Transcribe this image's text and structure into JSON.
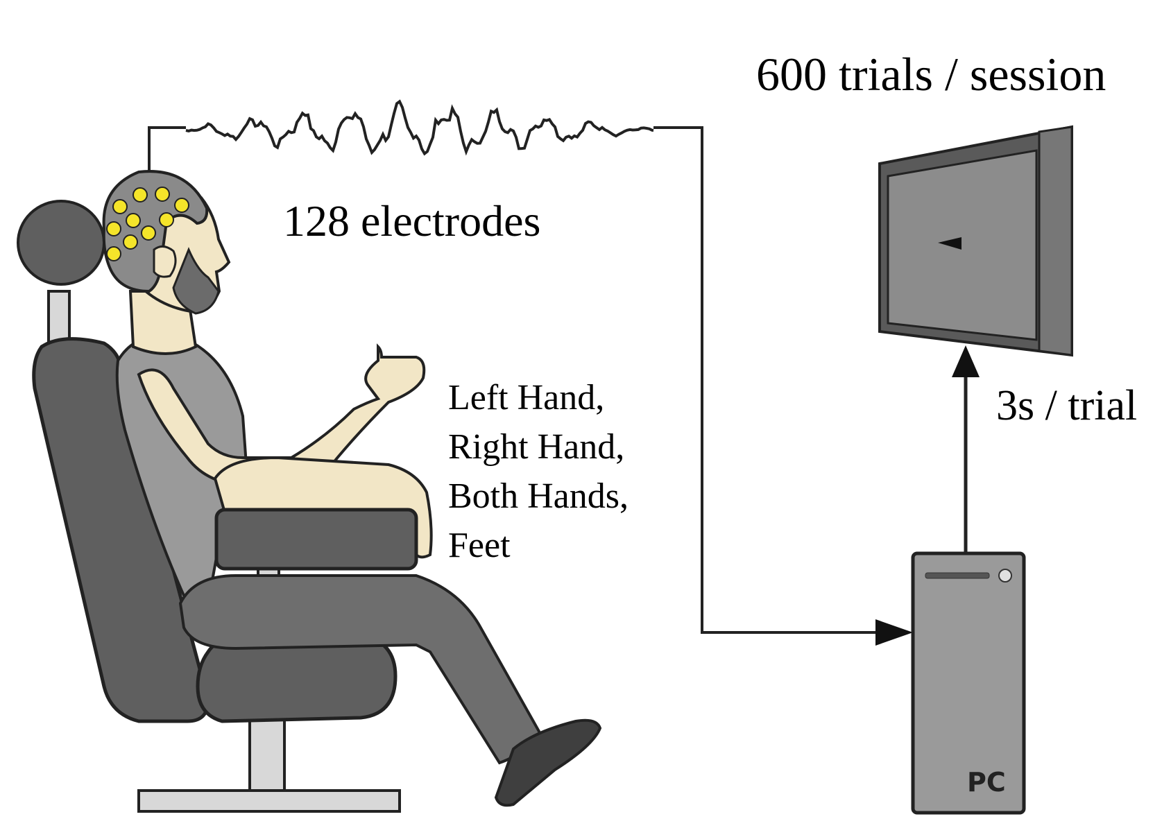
{
  "labels": {
    "trials_per_session": "600 trials / session",
    "electrodes": "128 electrodes",
    "trial_duration": "3s / trial",
    "pc": "PC"
  },
  "conditions": [
    "Left Hand,",
    "Right Hand,",
    "Both Hands,",
    "Feet"
  ],
  "colors": {
    "skin": "#f2e6c6",
    "chair_dark": "#5f5f5f",
    "chair_light": "#d8d8d8",
    "cap": "#8a8a8a",
    "electrode": "#f5e52a",
    "shirt": "#9a9a9a",
    "pants": "#6e6e6e",
    "monitor_frame": "#5a5a5a",
    "monitor_screen": "#8c8c8c",
    "pc_case": "#9a9a9a",
    "wire": "#222222"
  },
  "screen_cue_icon": "left-arrow-cue-icon"
}
